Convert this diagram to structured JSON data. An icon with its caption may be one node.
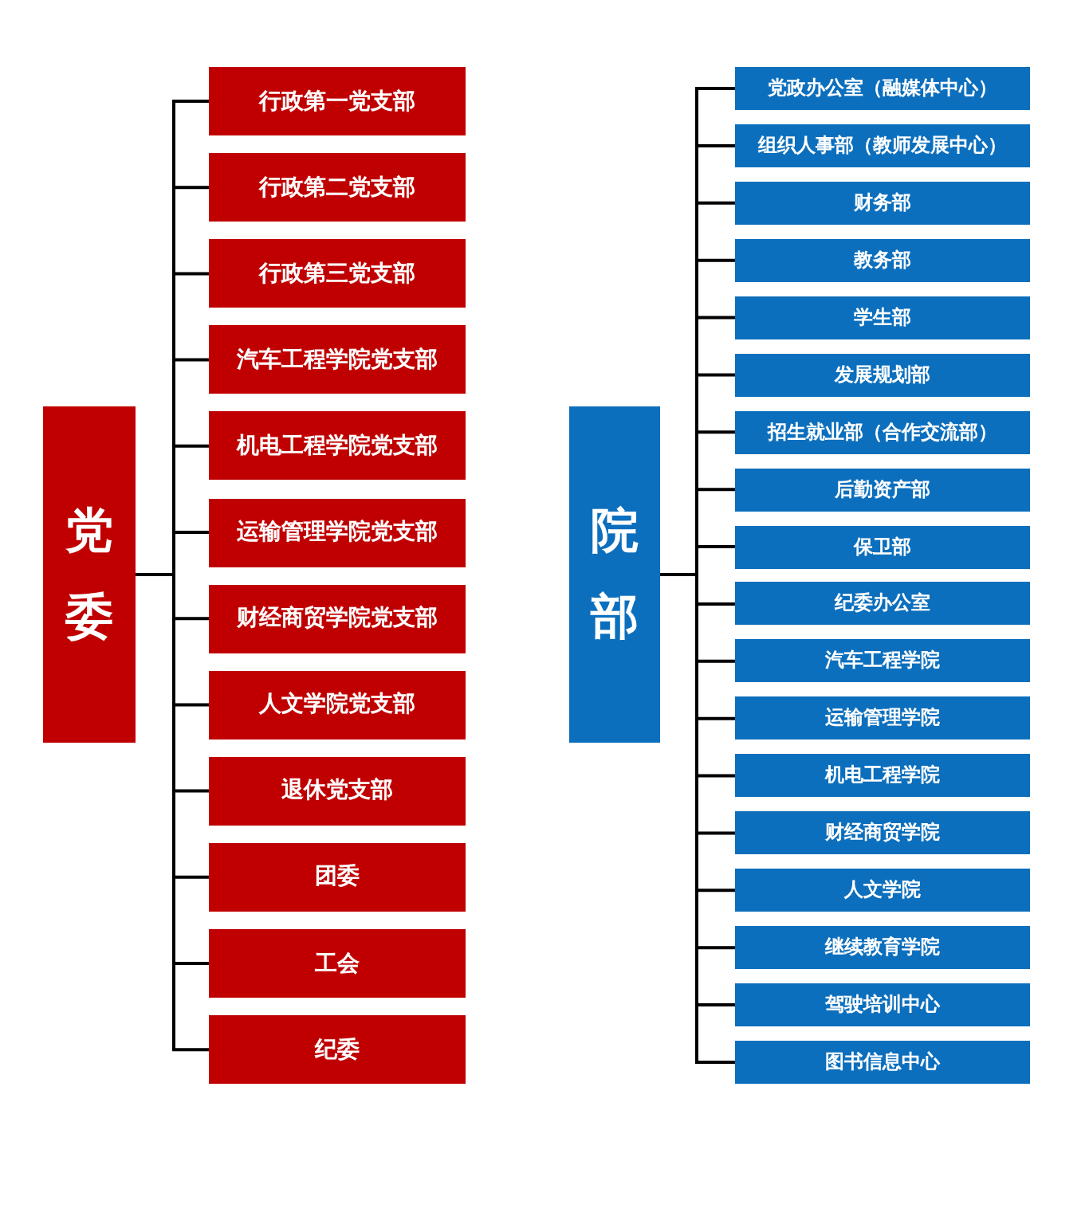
{
  "diagram": {
    "nodes": [
      {
        "text": [
          "党委"
        ]
      },
      {
        "text": [
          "行政第一党支部"
        ]
      },
      {
        "text": [
          "行政第二党支部"
        ]
      },
      {
        "text": [
          "行政第三党支部"
        ]
      },
      {
        "text": [
          "汽车工程学院党支部"
        ]
      },
      {
        "text": [
          "机电工程学院党支部"
        ]
      },
      {
        "text": [
          "运输管理学院党支部"
        ]
      },
      {
        "text": [
          "财经商贸学院党支部"
        ]
      },
      {
        "text": [
          "人文学院党支部"
        ]
      },
      {
        "text": [
          "退休党支部"
        ]
      },
      {
        "text": [
          "团委"
        ]
      },
      {
        "text": [
          "工会"
        ]
      },
      {
        "text": [
          "纪委"
        ]
      },
      {
        "text": [
          "院部"
        ]
      },
      {
        "text": [
          "党政办公室（融媒体中心）"
        ]
      },
      {
        "text": [
          "组织人事部（教师发展中心）"
        ]
      },
      {
        "text": [
          "财务部"
        ]
      },
      {
        "text": [
          "教务部"
        ]
      },
      {
        "text": [
          "学生部"
        ]
      },
      {
        "text": [
          "发展规划部"
        ]
      },
      {
        "text": [
          "招生就业部（合作交流部）"
        ]
      },
      {
        "text": [
          "后勤资产部"
        ]
      },
      {
        "text": [
          "保卫部"
        ]
      },
      {
        "text": [
          "纪委办公室"
        ]
      },
      {
        "text": [
          "汽车工程学院"
        ]
      },
      {
        "text": [
          "运输管理学院"
        ]
      },
      {
        "text": [
          "机电工程学院"
        ]
      },
      {
        "text": [
          "财经商贸学院"
        ]
      },
      {
        "text": [
          "人文学院"
        ]
      },
      {
        "text": [
          "继续教育学院"
        ]
      },
      {
        "text": [
          "驾驶培训中心"
        ]
      },
      {
        "text": [
          "图书信息中心"
        ]
      }
    ],
    "edges": [
      {
        "from": 0,
        "to": 1,
        "arrow": "none"
      },
      {
        "from": 0,
        "to": 2,
        "arrow": "none"
      },
      {
        "from": 0,
        "to": 3,
        "arrow": "none"
      },
      {
        "from": 0,
        "to": 4,
        "arrow": "none"
      },
      {
        "from": 0,
        "to": 5,
        "arrow": "none"
      },
      {
        "from": 0,
        "to": 6,
        "arrow": "none"
      },
      {
        "from": 0,
        "to": 7,
        "arrow": "none"
      },
      {
        "from": 0,
        "to": 8,
        "arrow": "none"
      },
      {
        "from": 0,
        "to": 9,
        "arrow": "none"
      },
      {
        "from": 0,
        "to": 10,
        "arrow": "none"
      },
      {
        "from": 0,
        "to": 11,
        "arrow": "none"
      },
      {
        "from": 0,
        "to": 12,
        "arrow": "none"
      },
      {
        "from": 13,
        "to": 14,
        "arrow": "none"
      },
      {
        "from": 13,
        "to": 15,
        "arrow": "none"
      },
      {
        "from": 13,
        "to": 16,
        "arrow": "none"
      },
      {
        "from": 13,
        "to": 17,
        "arrow": "none"
      },
      {
        "from": 13,
        "to": 18,
        "arrow": "none"
      },
      {
        "from": 13,
        "to": 19,
        "arrow": "none"
      },
      {
        "from": 13,
        "to": 20,
        "arrow": "none"
      },
      {
        "from": 13,
        "to": 21,
        "arrow": "none"
      },
      {
        "from": 13,
        "to": 22,
        "arrow": "none"
      },
      {
        "from": 13,
        "to": 23,
        "arrow": "none"
      },
      {
        "from": 13,
        "to": 24,
        "arrow": "none"
      },
      {
        "from": 13,
        "to": 25,
        "arrow": "none"
      },
      {
        "from": 13,
        "to": 26,
        "arrow": "none"
      },
      {
        "from": 13,
        "to": 27,
        "arrow": "none"
      },
      {
        "from": 13,
        "to": 28,
        "arrow": "none"
      },
      {
        "from": 13,
        "to": 29,
        "arrow": "none"
      },
      {
        "from": 13,
        "to": 30,
        "arrow": "none"
      },
      {
        "from": 13,
        "to": 31,
        "arrow": "none"
      }
    ]
  }
}
